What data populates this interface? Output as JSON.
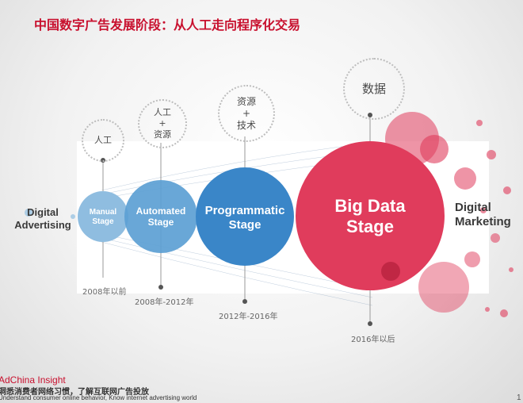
{
  "title": "中国数字广告发展阶段：从人工走向程序化交易",
  "left_label": {
    "line1": "Digital",
    "line2": "Advertising"
  },
  "right_label": {
    "line1": "Digital",
    "line2": "Marketing"
  },
  "stages": [
    {
      "line1": "Manual",
      "line2": "Stage",
      "year": "2008年以前",
      "driver": [
        "人工"
      ]
    },
    {
      "line1": "Automated",
      "line2": "Stage",
      "year": "2008年-2012年",
      "driver": [
        "人工",
        "+",
        "资源"
      ]
    },
    {
      "line1": "Programmatic",
      "line2": "Stage",
      "year": "2012年-2016年",
      "driver": [
        "资源",
        "+",
        "技术"
      ]
    },
    {
      "line1": "Big Data",
      "line2": "Stage",
      "year": "2016年以后",
      "driver": [
        "数据"
      ]
    }
  ],
  "colors": {
    "title": "#c8102e",
    "light_blue": "#8fbde0",
    "mid_blue": "#5c9fd4",
    "dark_blue": "#3a86c8",
    "big_data": "#e03c5c"
  },
  "footer": {
    "brand": "AdChina Insight",
    "tagline_cn": "洞悉消费者网络习惯，了解互联网广告投放",
    "tagline_en": "Understand consumer online behavior, Know internet advertising world"
  },
  "page_number": "1"
}
